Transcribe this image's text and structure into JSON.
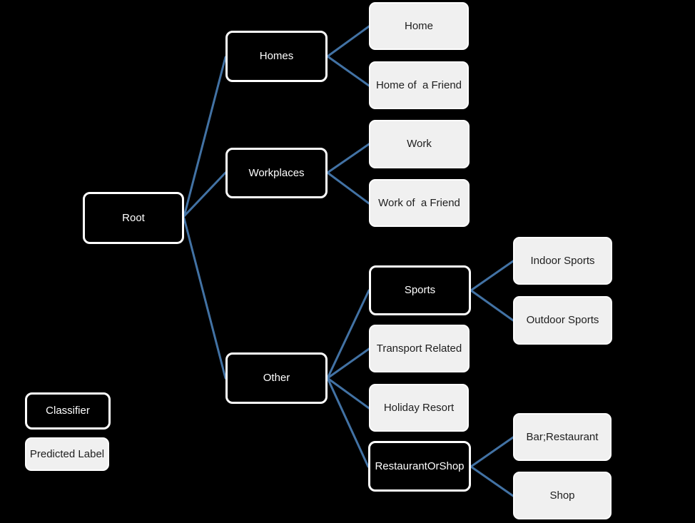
{
  "diagram_title": "",
  "colors": {
    "background": "#000000",
    "edge": "#4272A4",
    "classifier_fill": "#000000",
    "classifier_border": "#FFFFFF",
    "classifier_text": "#FFFFFF",
    "predicted_fill": "#F0F0F0",
    "predicted_border": "#FDFDFD",
    "predicted_text": "#1E1E1E"
  },
  "nodes": {
    "root": "Root",
    "homes": "Homes",
    "workplaces": "Workplaces",
    "other": "Other",
    "home": "Home",
    "home_of_a_friend": "Home of  a Friend",
    "work": "Work",
    "work_of_a_friend": "Work of  a Friend",
    "sports": "Sports",
    "transport_related": "Transport Related",
    "holiday_resort": "Holiday Resort",
    "restaurant_or_shop": "RestaurantOrShop",
    "indoor_sports": "Indoor Sports",
    "outdoor_sports": "Outdoor Sports",
    "bar_restaurant": "Bar;Restaurant",
    "shop": "Shop"
  },
  "node_types": {
    "classifier_nodes": [
      "root",
      "homes",
      "workplaces",
      "other",
      "sports",
      "restaurant_or_shop"
    ],
    "predicted_label_nodes": [
      "home",
      "home_of_a_friend",
      "work",
      "work_of_a_friend",
      "transport_related",
      "holiday_resort",
      "indoor_sports",
      "outdoor_sports",
      "bar_restaurant",
      "shop"
    ]
  },
  "edges": [
    {
      "from": "root",
      "to": "homes"
    },
    {
      "from": "root",
      "to": "workplaces"
    },
    {
      "from": "root",
      "to": "other"
    },
    {
      "from": "homes",
      "to": "home"
    },
    {
      "from": "homes",
      "to": "home_of_a_friend"
    },
    {
      "from": "workplaces",
      "to": "work"
    },
    {
      "from": "workplaces",
      "to": "work_of_a_friend"
    },
    {
      "from": "other",
      "to": "sports"
    },
    {
      "from": "other",
      "to": "transport_related"
    },
    {
      "from": "other",
      "to": "holiday_resort"
    },
    {
      "from": "other",
      "to": "restaurant_or_shop"
    },
    {
      "from": "sports",
      "to": "indoor_sports"
    },
    {
      "from": "sports",
      "to": "outdoor_sports"
    },
    {
      "from": "restaurant_or_shop",
      "to": "bar_restaurant"
    },
    {
      "from": "restaurant_or_shop",
      "to": "shop"
    }
  ],
  "legend": {
    "classifier": "Classifier",
    "predicted_label": "Predicted Label"
  }
}
